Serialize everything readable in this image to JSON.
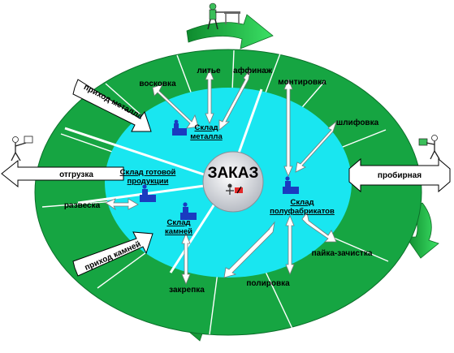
{
  "center": {
    "label": "ЗАКАЗ"
  },
  "ring_operations": {
    "voskovka": "восковка",
    "litye": "литье",
    "affinazh": "аффинаж",
    "montirovka": "монтировка",
    "shlifovka": "шлифовка",
    "payka": "пайка-зачистка",
    "polirovka": "полировка",
    "zakrepka": "закрепка",
    "razveska": "развеска"
  },
  "warehouses": {
    "metal": [
      "Склад",
      "металла"
    ],
    "finished": [
      "Склад готовой",
      "продукции"
    ],
    "stones": [
      "Склад",
      "камней"
    ],
    "semi": [
      "Склад",
      "полуфабрикатов"
    ]
  },
  "side_arrows": {
    "shipment": "отгрузка",
    "assay": "пробирная",
    "metal_in": "приход металла",
    "stones_in": "приход камней"
  },
  "colors": {
    "ring_green": "#16a542",
    "inner_cyan": "#19e6f0",
    "arrow_green": "#1ec24a",
    "icon_blue": "#1a3bc0"
  }
}
